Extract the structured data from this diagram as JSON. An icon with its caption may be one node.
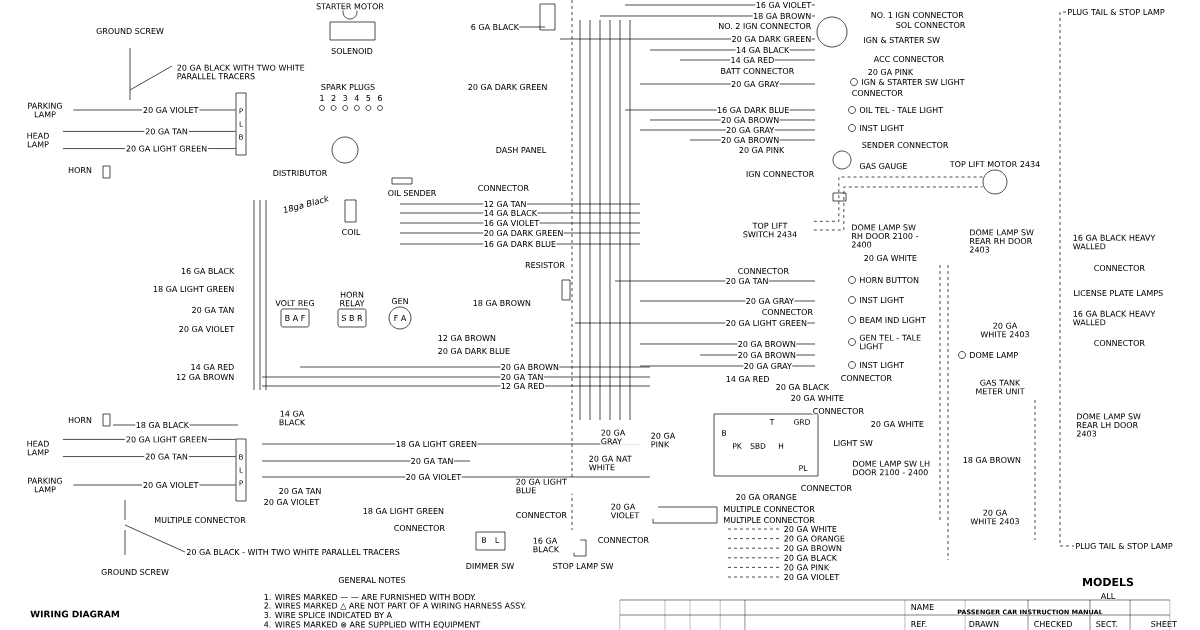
{
  "diagram": {
    "title": "WIRING DIAGRAM",
    "nodes": [
      {
        "text": [
          "GROUND SCREW"
        ]
      },
      {
        "text": [
          "PARKING LAMP"
        ]
      },
      {
        "text": [
          "HEAD LAMP"
        ]
      },
      {
        "text": [
          "HORN"
        ]
      },
      {
        "text": [
          "P",
          "L",
          "B"
        ]
      },
      {
        "text": [
          "STARTER MOTOR"
        ]
      },
      {
        "text": [
          "SOLENOID"
        ]
      },
      {
        "text": [
          "DISTRIBUTOR"
        ]
      },
      {
        "text": [
          "COIL"
        ]
      },
      {
        "text": [
          "OIL SENDER"
        ]
      },
      {
        "text": [
          "VOLT REG",
          "B A F"
        ]
      },
      {
        "text": [
          "HORN RELAY",
          "S B R"
        ]
      },
      {
        "text": [
          "GEN",
          "F A"
        ]
      },
      {
        "text": [
          "RESISTOR"
        ]
      },
      {
        "text": [
          "HORN"
        ]
      },
      {
        "text": [
          "HEAD LAMP"
        ]
      },
      {
        "text": [
          "PARKING LAMP"
        ]
      },
      {
        "text": [
          "B",
          "L",
          "P"
        ],
        "beside": [
          "MULTIPLE CONNECTOR"
        ]
      },
      {
        "text": [
          "GROUND SCREW"
        ]
      },
      {
        "text": [
          "DIMMER SW"
        ]
      },
      {
        "text": [
          "STOP LAMP SW"
        ]
      },
      {
        "text": [
          "LIGHT SW"
        ]
      },
      {
        "text": [],
        "shape": "box",
        "beside": [
          "MULTIPLE CONNECTOR",
          "MULTIPLE CONNECTOR"
        ]
      },
      {
        "text": [
          "IGN & STARTER SW"
        ]
      },
      {
        "text": [
          "IGN & STARTER SW LIGHT"
        ]
      },
      {
        "text": [
          "OIL TEL - TALE LIGHT"
        ]
      },
      {
        "text": [
          "INST LIGHT"
        ]
      },
      {
        "text": [
          "GAS GAUGE"
        ]
      },
      {
        "text": [
          "TOP LIFT MOTOR 2434"
        ]
      },
      {
        "text": [
          "TOP LIFT SWITCH 2434"
        ]
      },
      {
        "text": [
          "DOME LAMP SW RH DOOR 2100 - 2400"
        ]
      },
      {
        "text": [
          "DOME LAMP SW REAR RH DOOR 2403"
        ]
      },
      {
        "text": [
          "PLUG TAIL & STOP LAMP"
        ]
      },
      {
        "text": [
          "HORN BUTTON"
        ]
      },
      {
        "text": [
          "INST LIGHT"
        ]
      },
      {
        "text": [
          "BEAM IND LIGHT"
        ]
      },
      {
        "text": [
          "GEN TEL - TALE LIGHT"
        ]
      },
      {
        "text": [
          "INST LIGHT"
        ]
      },
      {
        "text": [
          "DOME LAMP"
        ]
      },
      {
        "text": [
          "GAS TANK METER UNIT"
        ]
      },
      {
        "text": [
          "DOME LAMP SW REAR LH DOOR 2403"
        ]
      },
      {
        "text": [
          "DOME LAMP SW LH DOOR 2100 - 2400"
        ]
      },
      {
        "text": [
          "LICENSE PLATE LAMPS"
        ]
      },
      {
        "text": [
          "PLUG TAIL & STOP LAMP"
        ]
      },
      {
        "text": [
          "20 GA BLACK - WITH TWO WHITE PARALLEL TRACERS"
        ]
      }
    ],
    "edges": [
      {
        "from": 1,
        "to": 4,
        "arrow": "none",
        "label": "20 GA VIOLET"
      },
      {
        "from": 2,
        "to": 4,
        "arrow": "none",
        "label": "20 GA TAN"
      },
      {
        "from": 2,
        "to": 4,
        "arrow": "none",
        "label": "20 GA LIGHT GREEN"
      },
      {
        "from": 15,
        "to": 17,
        "arrow": "none",
        "label": "20 GA LIGHT GREEN"
      },
      {
        "from": 15,
        "to": 17,
        "arrow": "none",
        "label": "20 GA TAN"
      },
      {
        "from": 16,
        "to": 17,
        "arrow": "none",
        "label": "20 GA VIOLET"
      },
      {
        "from": 29,
        "to": 28,
        "arrow": "none",
        "style": "dashed"
      },
      {
        "from": 29,
        "to": 28,
        "arrow": "none",
        "style": "dashed"
      },
      {
        "from": 32,
        "to": 43,
        "arrow": "none",
        "style": "dashed"
      },
      {
        "from": 44,
        "to": null,
        "arrow": "none"
      }
    ],
    "labels": [
      "20 GA BLACK WITH TWO WHITE PARALLEL TRACERS",
      "SPARK PLUGS",
      "1",
      "2",
      "3",
      "4",
      "5",
      "6",
      "18ga Black",
      "6 GA BLACK",
      "20 GA DARK GREEN",
      "DASH PANEL",
      "CONNECTOR",
      "12 GA TAN",
      "14 GA BLACK",
      "16 GA VIOLET",
      "20 GA DARK GREEN",
      "16 GA DARK BLUE",
      "18 GA BROWN",
      "16 GA BLACK",
      "18 GA LIGHT GREEN",
      "20 GA TAN",
      "20 GA VIOLET",
      "14 GA RED",
      "12 GA BROWN",
      "12 GA BROWN",
      "20 GA DARK BLUE",
      "20 GA BROWN",
      "20 GA TAN",
      "12 GA RED",
      "14 GA BLACK",
      "18 GA BLACK",
      "18 GA LIGHT GREEN",
      "20 GA TAN",
      "20 GA VIOLET",
      "20 GA TAN",
      "20 GA VIOLET",
      "18 GA LIGHT GREEN",
      "CONNECTOR",
      "20 GA LIGHT BLUE",
      "CONNECTOR",
      "16 GA BLACK",
      "CONNECTOR",
      "20 GA GRAY",
      "20 GA NAT WHITE",
      "20 GA PINK",
      "20 GA VIOLET",
      "14 GA RED",
      "20 GA BLACK",
      "20 GA WHITE",
      "CONNECTOR",
      "20 GA ORANGE",
      "CONNECTOR",
      "20 GA WHITE",
      "20 GA ORANGE",
      "20 GA BROWN",
      "20 GA BLACK",
      "20 GA PINK",
      "20 GA VIOLET",
      "16 GA VIOLET",
      "18 GA BROWN",
      "NO. 2 IGN CONNECTOR",
      "20 GA DARK GREEN",
      "14 GA BLACK",
      "14 GA RED",
      "BATT CONNECTOR",
      "20 GA GRAY",
      "16 GA DARK BLUE",
      "20 GA BROWN",
      "20 GA GRAY",
      "20 GA BROWN",
      "20 GA PINK",
      "IGN CONNECTOR",
      "NO. 1 IGN CONNECTOR",
      "SOL CONNECTOR",
      "ACC CONNECTOR",
      "20 GA PINK",
      "CONNECTOR",
      "SENDER CONNECTOR",
      "CONNECTOR",
      "20 GA TAN",
      "20 GA GRAY",
      "CONNECTOR",
      "20 GA LIGHT GREEN",
      "20 GA BROWN",
      "20 GA BROWN",
      "20 GA GRAY",
      "CONNECTOR",
      "20 GA WHITE",
      "20 GA WHITE 2403",
      "18 GA BROWN",
      "20 GA WHITE",
      "20 GA WHITE 2403",
      "16 GA BLACK HEAVY WALLED",
      "CONNECTOR",
      "16 GA BLACK HEAVY WALLED",
      "CONNECTOR",
      "MODELS",
      "ALL",
      "GENERAL NOTES",
      "1. WIRES MARKED — — ARE FURNISHED WITH BODY.",
      "2. WIRES MARKED △ ARE NOT PART OF A WIRING HARNESS ASSY.",
      "3. WIRE SPLICE INDICATED BY A",
      "4. WIRES MARKED ⊗ ARE SUPPLIED WITH EQUIPMENT",
      "NAME",
      "PASSENGER CAR INSTRUCTION MANUAL",
      "REF.",
      "DRAWN",
      "CHECKED",
      "SECT.",
      "SHEET",
      "B",
      "L",
      "B",
      "T",
      "GRD",
      "PK",
      "SBD",
      "H",
      "PL"
    ]
  }
}
